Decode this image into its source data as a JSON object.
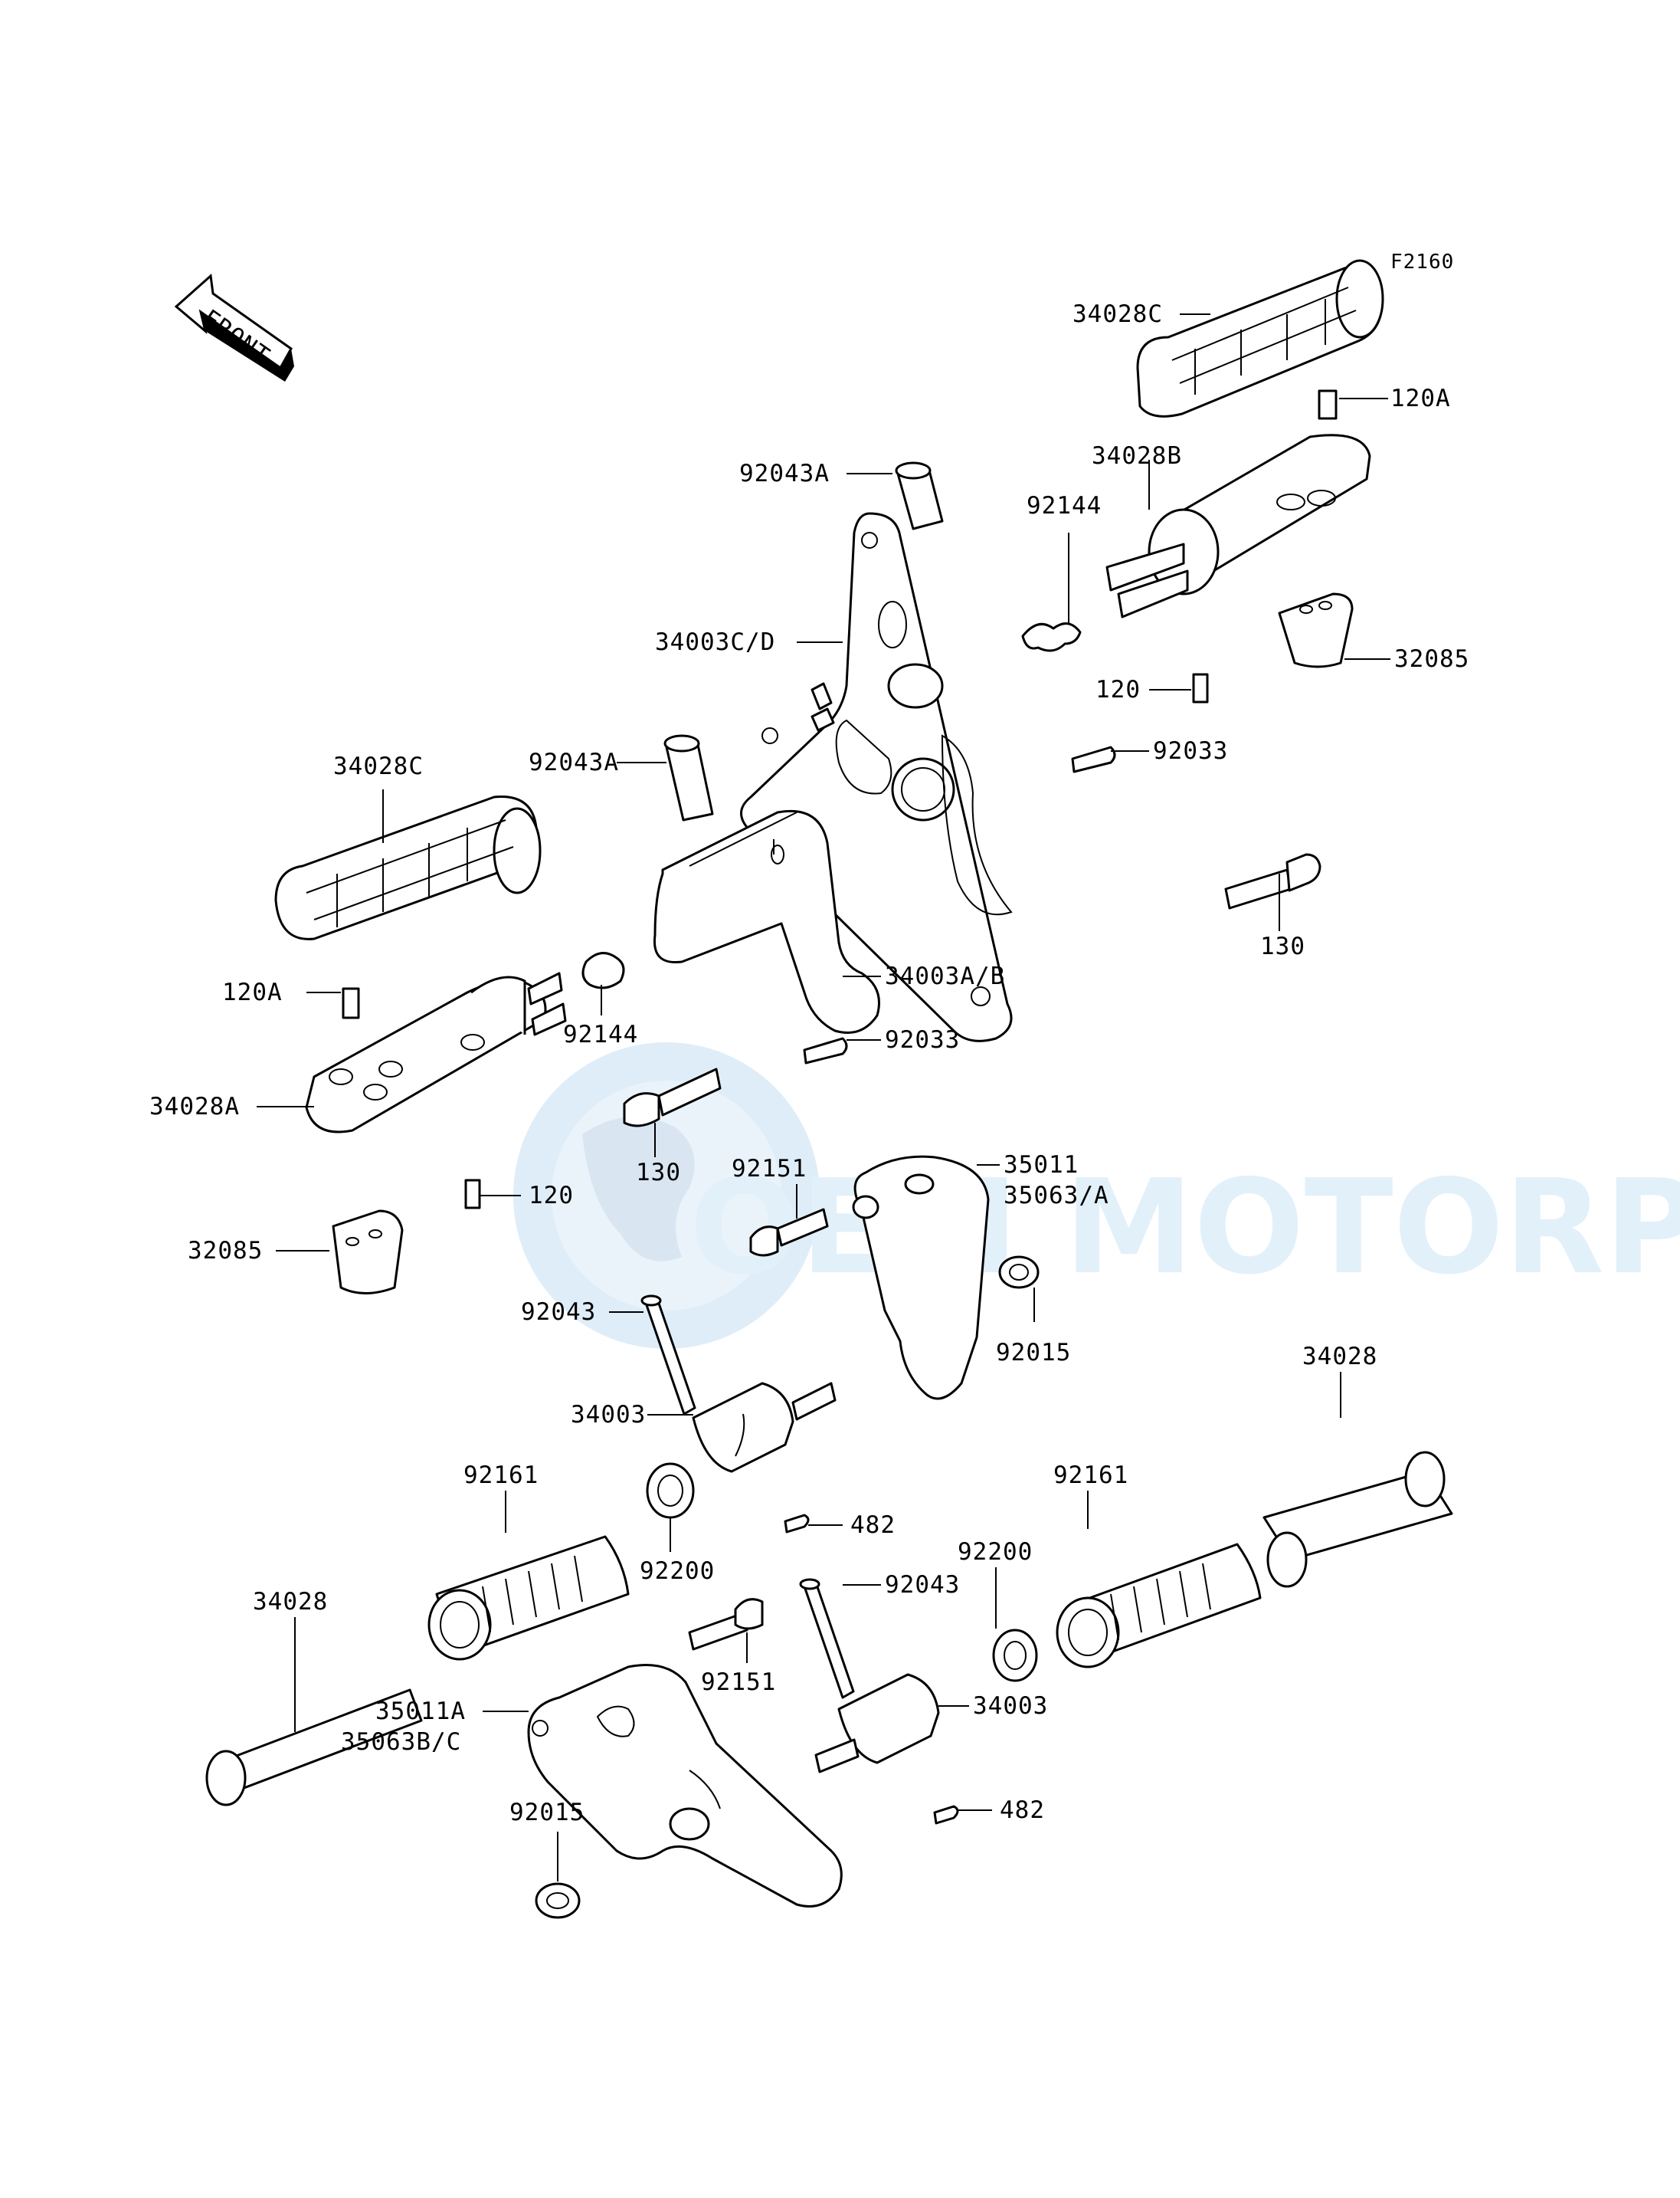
{
  "diagram": {
    "code": "F2160",
    "front_label": "FRONT",
    "watermark": "OEM MOTORPARTS",
    "labels": {
      "p34028C_right": "34028C",
      "p120A_right": "120A",
      "p34028B": "34028B",
      "p92043A_top": "92043A",
      "p92144_top": "92144",
      "p34003CD": "34003C/D",
      "p120_right": "120",
      "p32085_right": "32085",
      "p92033_top": "92033",
      "p34028C_left": "34028C",
      "p92043A_mid": "92043A",
      "p130_right": "130",
      "p120A_left": "120A",
      "p34003AB": "34003A/B",
      "p92144_left": "92144",
      "p92033_left": "92033",
      "p34028A": "34028A",
      "p130_center": "130",
      "p120_left": "120",
      "p92151_top": "92151",
      "p35011": "35011",
      "p35063A": "35063/A",
      "p32085_left": "32085",
      "p92043_mid": "92043",
      "p92015_right": "92015",
      "p34028_right": "34028",
      "p34003_mid": "34003",
      "p482_mid": "482",
      "p92161_left": "92161",
      "p92161_right": "92161",
      "p92200_left": "92200",
      "p92200_right": "92200",
      "p92043_low": "92043",
      "p34028_left": "34028",
      "p92151_low": "92151",
      "p35011A": "35011A",
      "p35063BC": "35063B/C",
      "p34003_low": "34003",
      "p482_low": "482",
      "p92015_low": "92015"
    }
  }
}
